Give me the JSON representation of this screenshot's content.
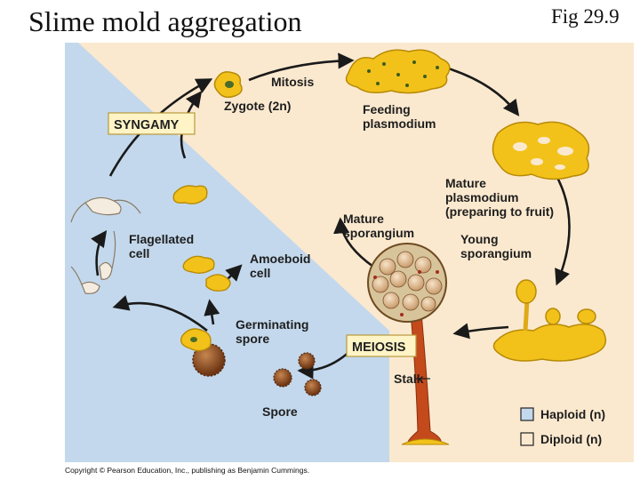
{
  "header": {
    "title": "Slime mold aggregation",
    "figure_number": "Fig 29.9"
  },
  "diagram": {
    "labels": {
      "mitosis": "Mitosis",
      "zygote": "Zygote (2n)",
      "syngamy": "SYNGAMY",
      "feeding_1": "Feeding",
      "feeding_2": "plasmodium",
      "mature_plasmodium_1": "Mature",
      "mature_plasmodium_2": "plasmodium",
      "mature_plasmodium_3": "(preparing to fruit)",
      "mature_sporangium_1": "Mature",
      "mature_sporangium_2": "sporangium",
      "young_sporangium_1": "Young",
      "young_sporangium_2": "sporangium",
      "flagellated_1": "Flagellated",
      "flagellated_2": "cell",
      "amoeboid_1": "Amoeboid",
      "amoeboid_2": "cell",
      "germinating_1": "Germinating",
      "germinating_2": "spore",
      "meiosis": "MEIOSIS",
      "stalk": "Stalk",
      "spore": "Spore"
    },
    "legend": {
      "haploid": "Haploid (n)",
      "diploid": "Diploid (n)"
    },
    "colors": {
      "haploid_region": "#c3d8ec",
      "diploid_region": "#fbe9cf",
      "plasmodium_yellow": "#f2c21b",
      "plasmodium_edge": "#b78a06",
      "spore_brown": "#8a4a22",
      "stalk_red": "#c44a1c",
      "arrow": "#1a1a1a",
      "box_fill": "#fff4c6"
    }
  },
  "footer": {
    "copyright": "Copyright © Pearson Education, Inc., publishing as Benjamin Cummings."
  }
}
